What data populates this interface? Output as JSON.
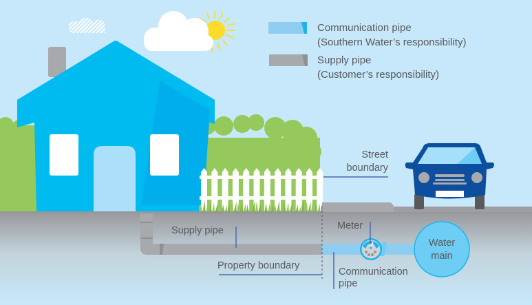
{
  "legend": {
    "items": [
      {
        "name": "communication-pipe",
        "line1": "Communication pipe",
        "line2": "(Southern Water’s responsibility)",
        "color": "#8fcdf0"
      },
      {
        "name": "supply-pipe",
        "line1": "Supply pipe",
        "line2": "(Customer’s responsibility)",
        "color": "#a7a9ac"
      }
    ]
  },
  "labels": {
    "street_boundary_1": "Street",
    "street_boundary_2": "boundary",
    "supply_pipe": "Supply pipe",
    "property_boundary": "Property boundary",
    "meter": "Meter",
    "communication_pipe_1": "Communication",
    "communication_pipe_2": "pipe",
    "water_main_1": "Water",
    "water_main_2": "main"
  },
  "colors": {
    "sky": "#c6e8fa",
    "house": "#00bbf0",
    "house_shade": "#00aeec",
    "door": "#abdffa",
    "hedge": "#95c95b",
    "car": "#0d4f9e",
    "ground": "#9d9fa2",
    "sun": "#fcdc2a",
    "leader_line": "#4a6aad",
    "water_main": "#6dcdf4"
  }
}
